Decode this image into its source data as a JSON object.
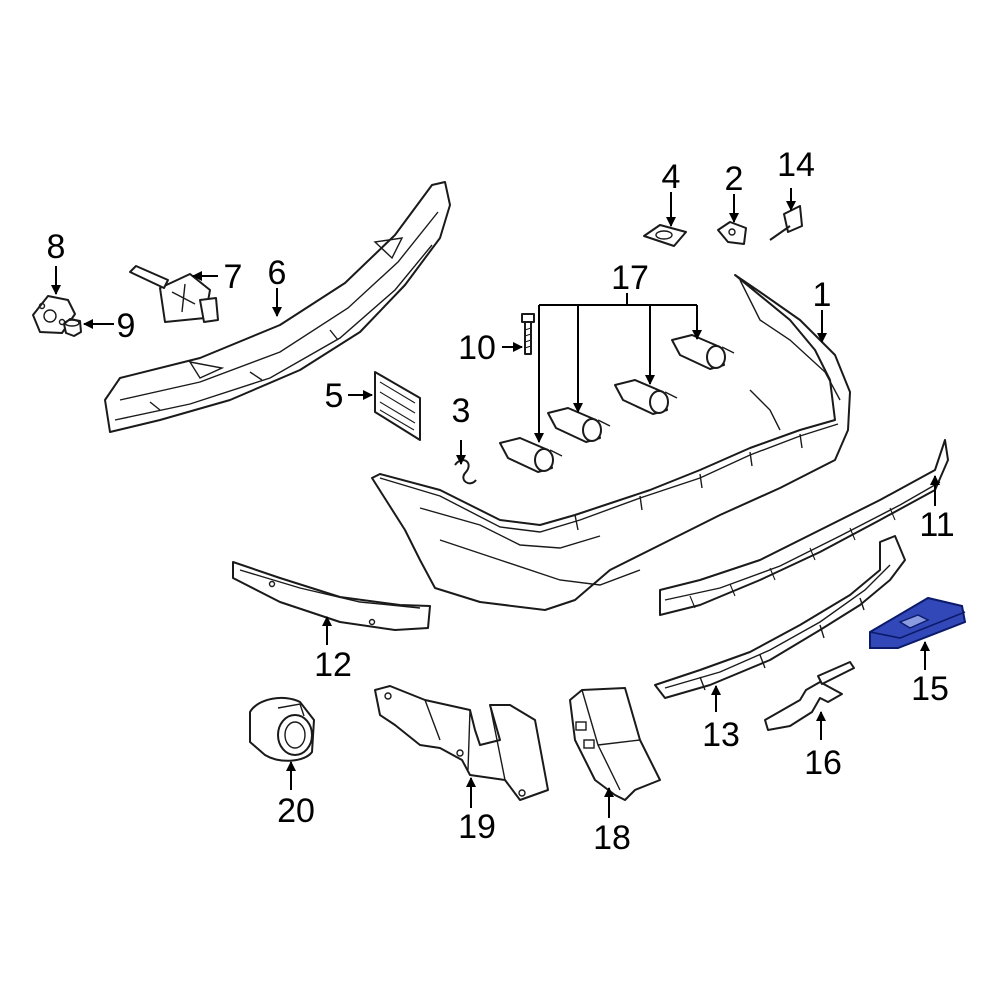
{
  "callouts": {
    "c1": "1",
    "c2": "2",
    "c3": "3",
    "c4": "4",
    "c5": "5",
    "c6": "6",
    "c7": "7",
    "c8": "8",
    "c9": "9",
    "c10": "10",
    "c11": "11",
    "c12": "12",
    "c13": "13",
    "c14": "14",
    "c15": "15",
    "c16": "16",
    "c17": "17",
    "c18": "18",
    "c19": "19",
    "c20": "20"
  },
  "colors": {
    "highlight": "#3248b8",
    "line": "#1a1a1a",
    "background": "#ffffff"
  },
  "highlighted_part": "15"
}
